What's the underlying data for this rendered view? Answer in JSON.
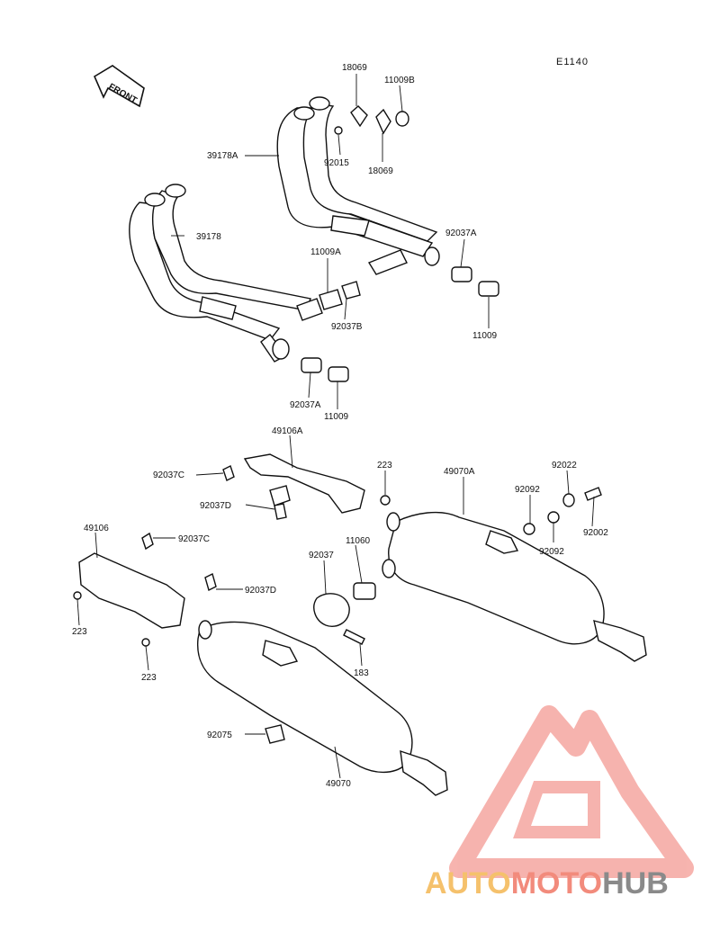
{
  "diagram": {
    "ref_code": "E1140",
    "front_label": "FRONT",
    "parts": {
      "p18069_top": "18069",
      "p11009B": "11009B",
      "p39178A": "39178A",
      "p92015": "92015",
      "p18069_bottom": "18069",
      "p39178": "39178",
      "p92037A_upper": "92037A",
      "p11009A": "11009A",
      "p92037B": "92037B",
      "p11009_right": "11009",
      "p92037A_lower": "92037A",
      "p11009_lower": "11009",
      "p49106A": "49106A",
      "p223_top": "223",
      "p49070A": "49070A",
      "p92022": "92022",
      "p92037C_top": "92037C",
      "p92092_left": "92092",
      "p92037D_top": "92037D",
      "p92002": "92002",
      "p49106": "49106",
      "p92037C_lower": "92037C",
      "p92037": "92037",
      "p11060": "11060",
      "p92092_right": "92092",
      "p92037D_lower": "92037D",
      "p223_left": "223",
      "p223_bottom": "223",
      "p183": "183",
      "p92075": "92075",
      "p49070": "49070"
    }
  },
  "watermark": {
    "part1": "AUTO",
    "part2": "MOTO",
    "part3": "HUB",
    "colors": {
      "auto": "#f5c16c",
      "moto": "#f28b7c",
      "hub": "#8a8a8a",
      "triangle": "#f5a19b"
    }
  }
}
